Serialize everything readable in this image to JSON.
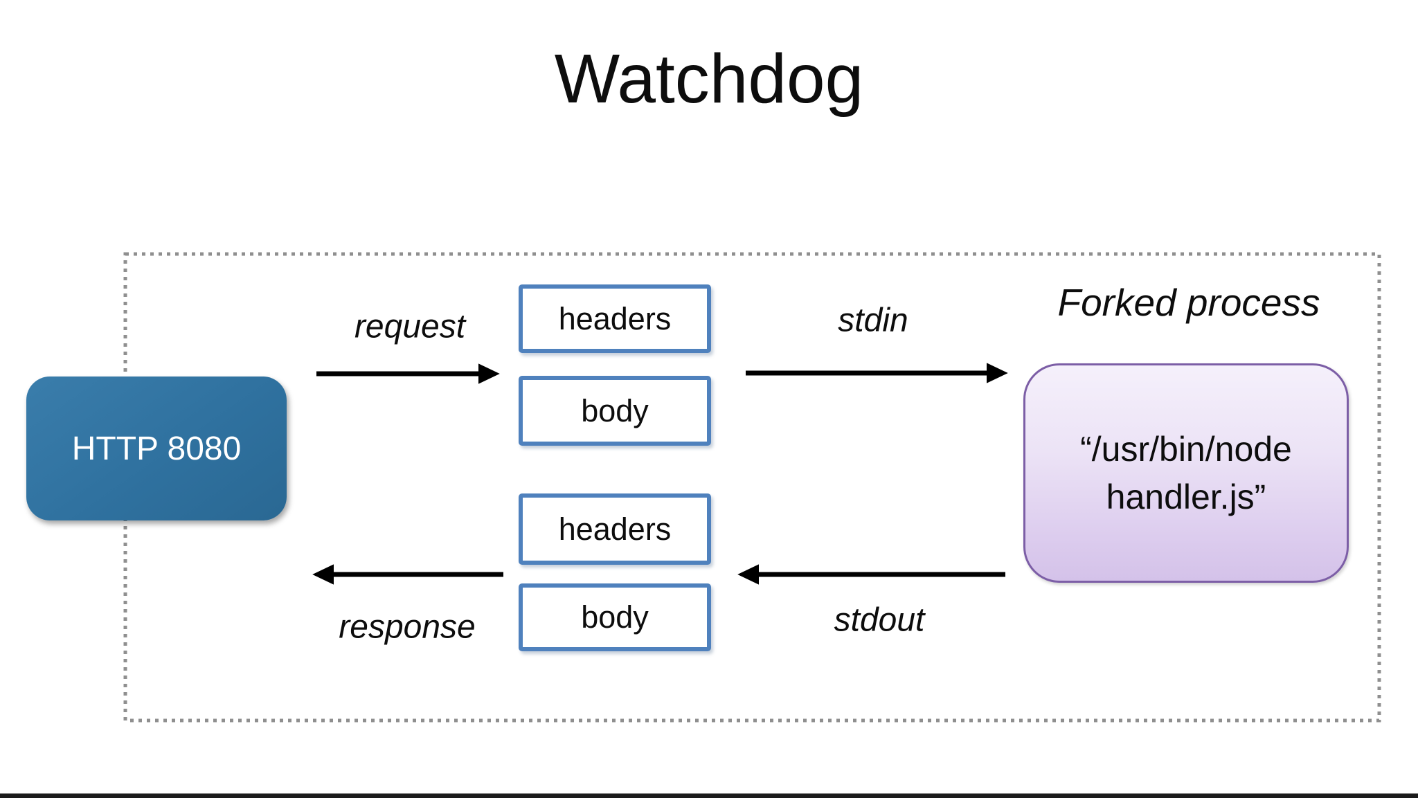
{
  "title": "Watchdog",
  "diagram": {
    "http_node": {
      "label": "HTTP 8080"
    },
    "pipe_top": {
      "headers_label": "headers",
      "body_label": "body"
    },
    "pipe_bottom": {
      "headers_label": "headers",
      "body_label": "body"
    },
    "arrows": {
      "request": "request",
      "stdin": "stdin",
      "response": "response",
      "stdout": "stdout"
    },
    "forked_process": {
      "label": "Forked process",
      "command_line1": "“/usr/bin/node",
      "command_line2": "handler.js”"
    }
  },
  "colors": {
    "http_node_fill": "#2f719f",
    "pipe_box_border": "#4f81bd",
    "process_fill_top": "#f5f0fb",
    "process_fill_bottom": "#d4c2e9",
    "process_border": "#7c5ea6",
    "boundary_dots": "#8f8f8f",
    "arrow": "#000000"
  }
}
